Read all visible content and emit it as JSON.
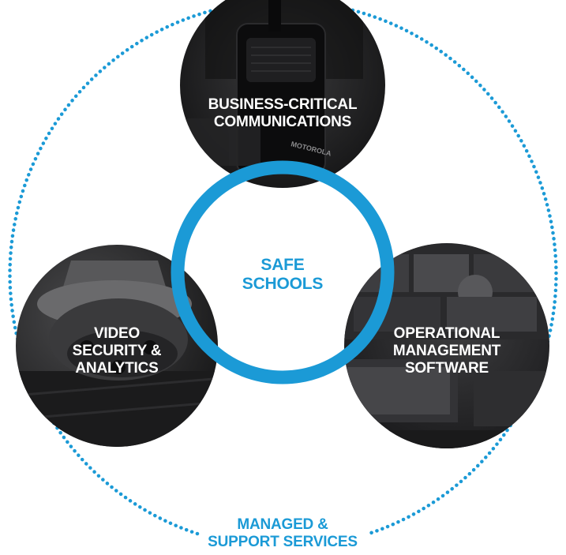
{
  "colors": {
    "accent": "#1b9ad6",
    "photo_dark": "#1c1c1e",
    "label_light": "#ffffff"
  },
  "center": {
    "line1": "SAFE",
    "line2": "SCHOOLS"
  },
  "nodes": {
    "communications": {
      "line1": "BUSINESS-CRITICAL",
      "line2": "COMMUNICATIONS",
      "photo": "two-way-radio-photo"
    },
    "video": {
      "line1": "VIDEO",
      "line2": "SECURITY &",
      "line3": "ANALYTICS",
      "photo": "security-camera-photo"
    },
    "software": {
      "line1": "OPERATIONAL",
      "line2": "MANAGEMENT",
      "line3": "SOFTWARE",
      "photo": "control-room-monitors-photo"
    }
  },
  "outer": {
    "line1": "MANAGED &",
    "line2": "SUPPORT SERVICES"
  },
  "photo_text": {
    "radio_brand": "MOTOROLA"
  }
}
